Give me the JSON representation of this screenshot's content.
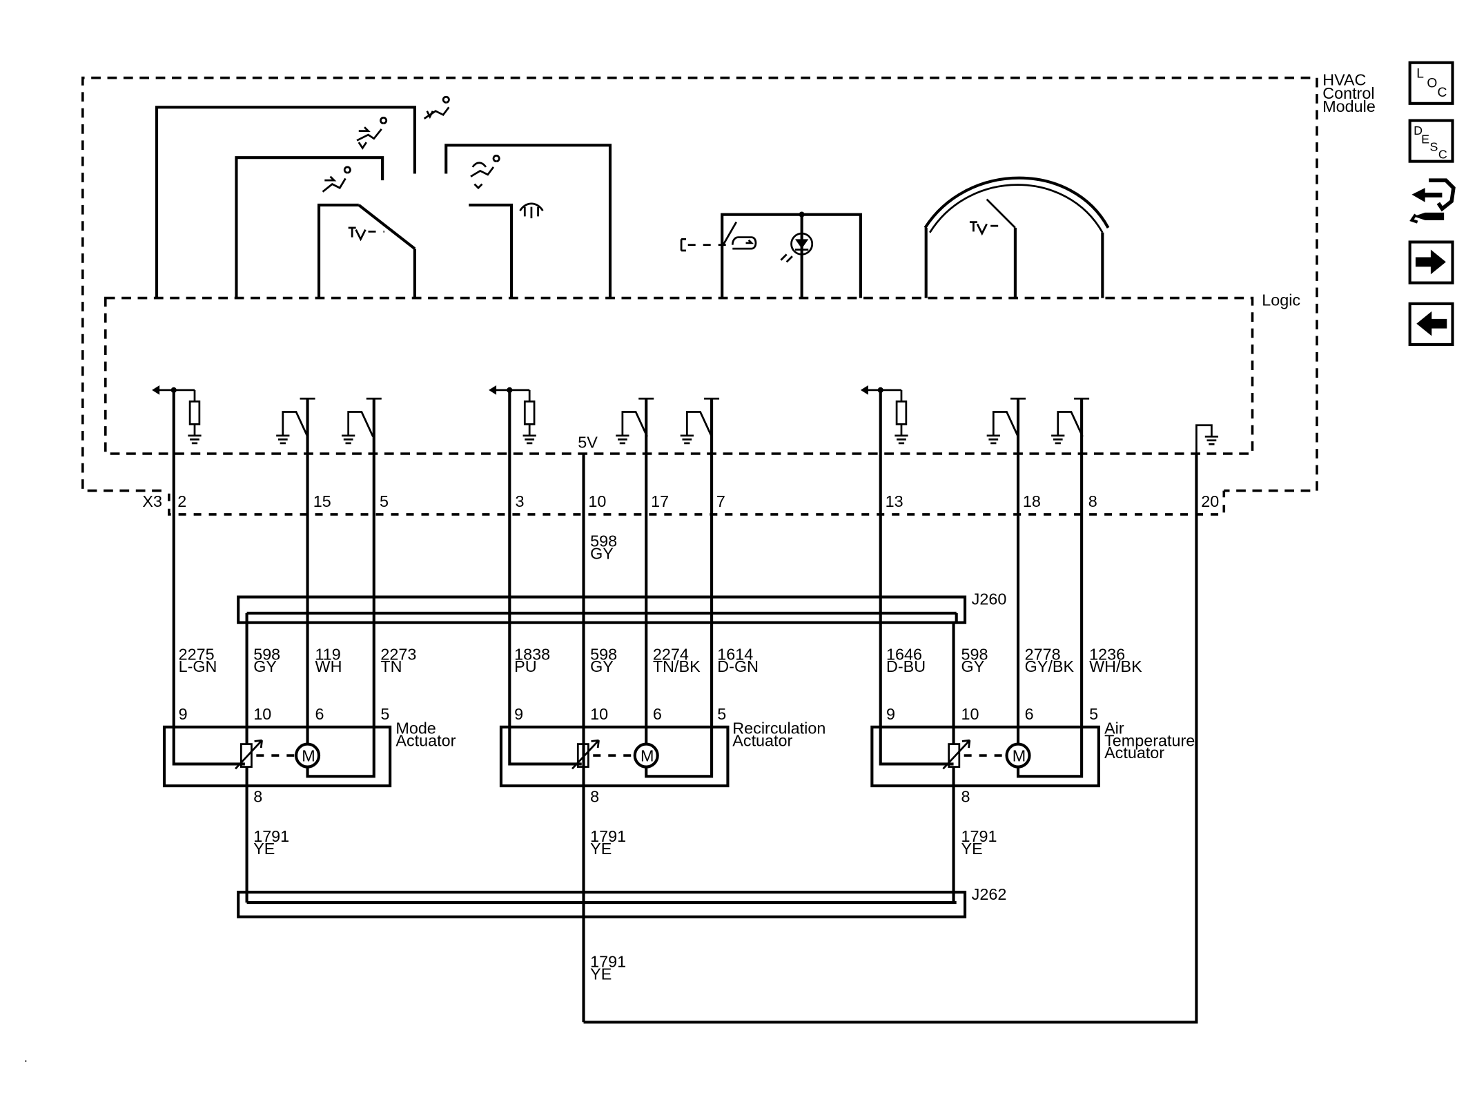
{
  "module": {
    "label_line1": "HVAC",
    "label_line2": "Control",
    "label_line3": "Module",
    "logic_label": "Logic",
    "supply_label": "5V"
  },
  "connectors": {
    "module_connector": "X3",
    "splice_top": "J260",
    "splice_bottom": "J262"
  },
  "pins": {
    "p2": "2",
    "p15": "15",
    "p5": "5",
    "p3": "3",
    "p10": "10",
    "p17": "17",
    "p7": "7",
    "p13": "13",
    "p18": "18",
    "p8": "8",
    "p20": "20"
  },
  "wires": {
    "supply_main": {
      "circuit": "598",
      "color": "GY"
    },
    "mode_9": {
      "circuit": "2275",
      "color": "L-GN"
    },
    "mode_10": {
      "circuit": "598",
      "color": "GY"
    },
    "mode_6": {
      "circuit": "119",
      "color": "WH"
    },
    "mode_5": {
      "circuit": "2273",
      "color": "TN"
    },
    "recirc_9": {
      "circuit": "1838",
      "color": "PU"
    },
    "recirc_10": {
      "circuit": "598",
      "color": "GY"
    },
    "recirc_6": {
      "circuit": "2274",
      "color": "TN/BK"
    },
    "recirc_5": {
      "circuit": "1614",
      "color": "D-GN"
    },
    "air_9": {
      "circuit": "1646",
      "color": "D-BU"
    },
    "air_10": {
      "circuit": "598",
      "color": "GY"
    },
    "air_6": {
      "circuit": "2778",
      "color": "GY/BK"
    },
    "air_5": {
      "circuit": "1236",
      "color": "WH/BK"
    },
    "ground_mode": {
      "circuit": "1791",
      "color": "YE"
    },
    "ground_recirc": {
      "circuit": "1791",
      "color": "YE"
    },
    "ground_air": {
      "circuit": "1791",
      "color": "YE"
    },
    "ground_main": {
      "circuit": "1791",
      "color": "YE"
    }
  },
  "actuators": {
    "mode": {
      "line1": "Mode",
      "line2": "Actuator",
      "pin9": "9",
      "pin10": "10",
      "pin6": "6",
      "pin5": "5",
      "pin8": "8",
      "motor": "M"
    },
    "recirc": {
      "line1": "Recirculation",
      "line2": "Actuator",
      "pin9": "9",
      "pin10": "10",
      "pin6": "6",
      "pin5": "5",
      "pin8": "8",
      "motor": "M"
    },
    "air": {
      "line1": "Air",
      "line2": "Temperature",
      "line3": "Actuator",
      "pin9": "9",
      "pin10": "10",
      "pin6": "6",
      "pin5": "5",
      "pin8": "8",
      "motor": "M"
    }
  },
  "nav": {
    "loc": {
      "a": "L",
      "b": "O",
      "c": "C"
    },
    "desc": {
      "a": "D",
      "b": "E",
      "c": "S",
      "d": "C"
    },
    "icons": [
      "component-view-icon",
      "next-arrow-icon",
      "previous-arrow-icon"
    ]
  }
}
